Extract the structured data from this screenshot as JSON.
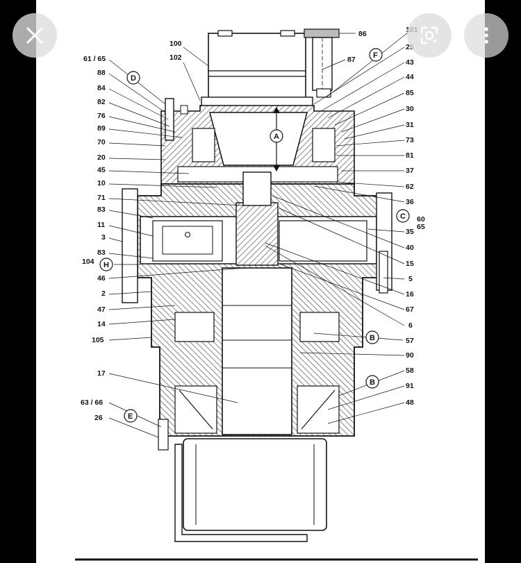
{
  "viewer": {
    "accent": "#dcdcdc",
    "icons": [
      "close-icon",
      "lens-icon",
      "more-vert-icon"
    ]
  },
  "diagram": {
    "left_labels": [
      "61 / 65",
      "88",
      "84",
      "82",
      "76",
      "89",
      "70",
      "20",
      "45",
      "10",
      "71",
      "83",
      "11",
      "3",
      "83",
      "104",
      "46",
      "2",
      "47",
      "14",
      "105",
      "17",
      "63 / 66",
      "26"
    ],
    "right_labels": [
      "86",
      "101",
      "87",
      "25",
      "43",
      "44",
      "85",
      "30",
      "31",
      "73",
      "81",
      "37",
      "62",
      "36",
      "60",
      "65",
      "35",
      "40",
      "15",
      "5",
      "16",
      "67",
      "6",
      "57",
      "90",
      "58",
      "91",
      "48"
    ],
    "top_labels": [
      "100",
      "102"
    ],
    "circles": [
      "D",
      "A",
      "F",
      "C",
      "H",
      "B",
      "B",
      "E"
    ]
  }
}
